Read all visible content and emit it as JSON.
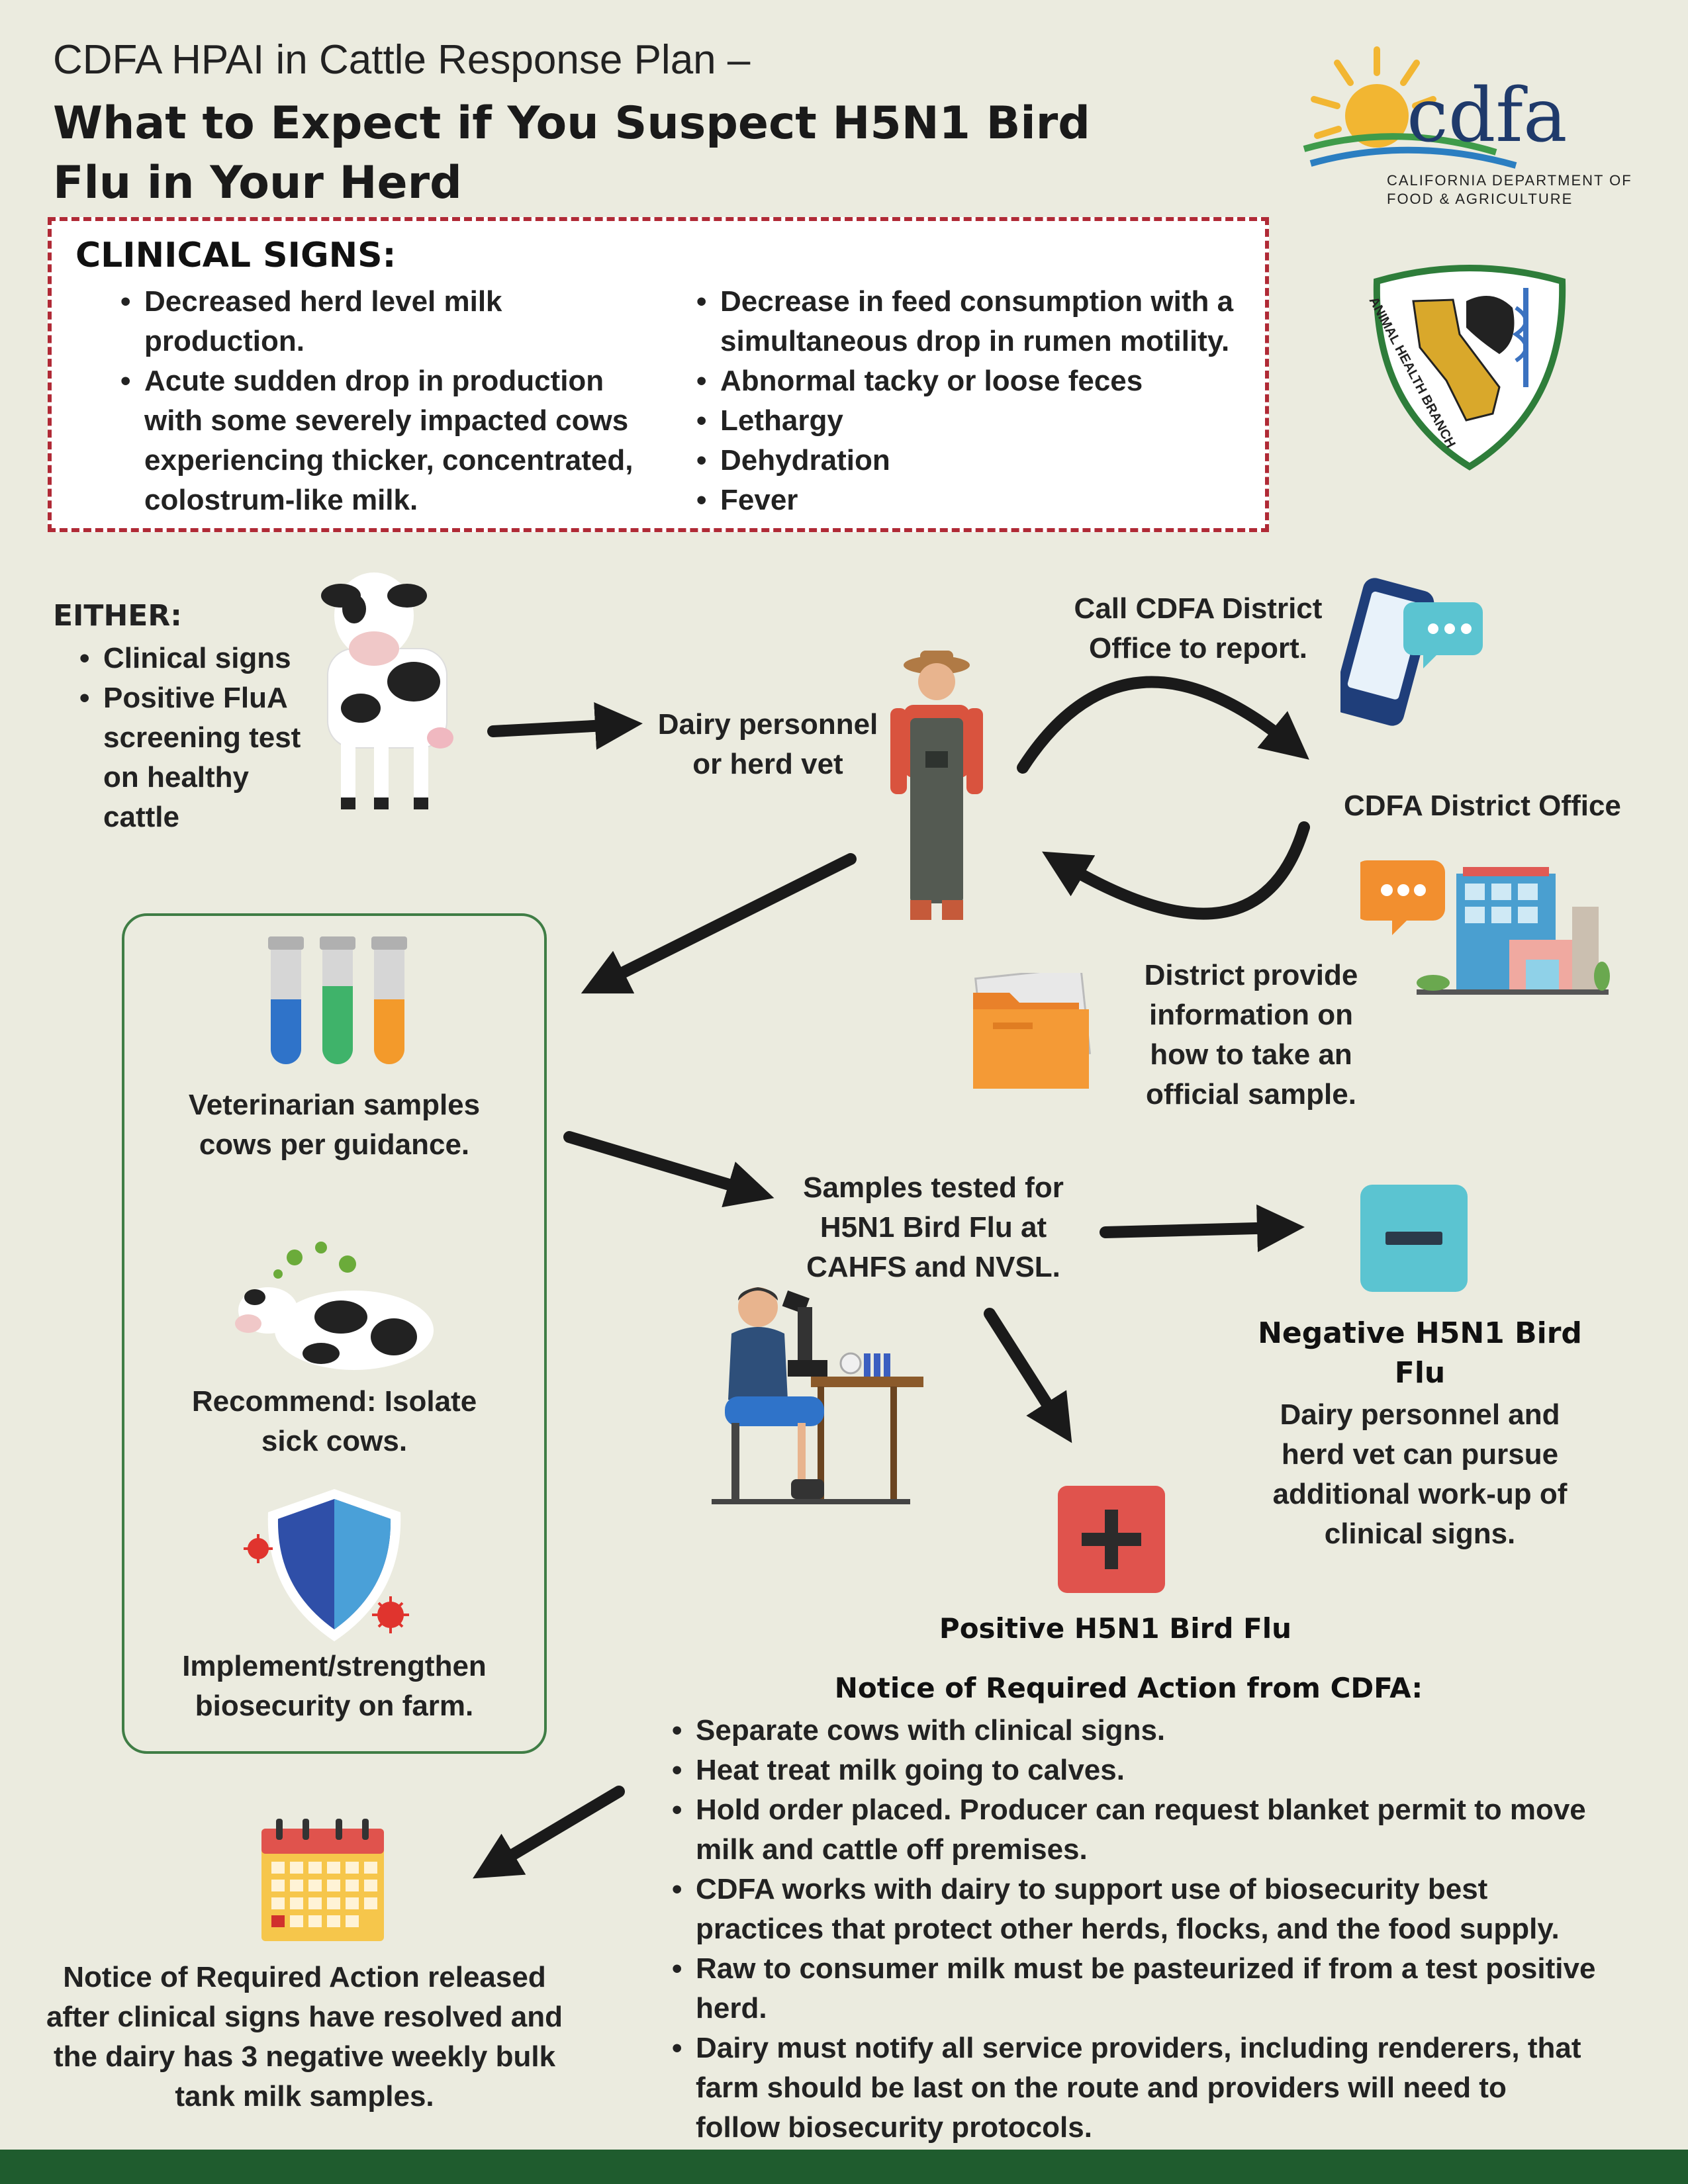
{
  "header": {
    "title_line1": "CDFA HPAI in Cattle Response Plan –",
    "title_main": "What to Expect if You Suspect H5N1 Bird Flu in Your Herd"
  },
  "logo": {
    "wordmark": "cdfa",
    "subtitle_line1": "CALIFORNIA DEPARTMENT OF",
    "subtitle_line2": "FOOD & AGRICULTURE",
    "badge_text": "ANIMAL HEALTH BRANCH"
  },
  "clinical_signs": {
    "title": "CLINICAL SIGNS:",
    "left": [
      "Decreased herd level milk production.",
      "Acute sudden drop in production with some severely impacted cows experiencing thicker, concentrated, colostrum-like milk."
    ],
    "right": [
      "Decrease in feed consumption with a simultaneous drop in rumen motility.",
      "Abnormal tacky or loose feces",
      "Lethargy",
      "Dehydration",
      "Fever"
    ]
  },
  "either": {
    "title": "EITHER:",
    "items": [
      "Clinical signs",
      "Positive FluA screening test on healthy cattle"
    ]
  },
  "flow": {
    "personnel": "Dairy personnel or herd vet",
    "call": "Call CDFA District Office to report.",
    "district_office": "CDFA District Office",
    "district_info": "District provide information on how to take an official sample.",
    "vet_samples": "Veterinarian samples cows per guidance.",
    "isolate": "Recommend: Isolate sick cows.",
    "biosecurity": "Implement/strengthen biosecurity on farm.",
    "tested": "Samples tested for H5N1 Bird Flu at CAHFS and NVSL.",
    "negative_title": "Negative H5N1 Bird Flu",
    "negative_text": "Dairy personnel and herd vet can pursue additional work-up of clinical signs.",
    "positive_title": "Positive H5N1 Bird Flu",
    "notice_title": "Notice of Required Action from CDFA:",
    "notice_items": [
      "Separate cows with clinical signs.",
      "Heat treat milk going to calves.",
      "Hold order placed. Producer can request blanket permit to move milk and cattle off premises.",
      "CDFA works with dairy to support use of biosecurity best practices that protect other herds, flocks, and the food supply.",
      "Raw to consumer milk must be pasteurized if from a test positive herd.",
      "Dairy must notify all service providers, including renderers, that farm should be last on the route and providers will need to follow biosecurity protocols."
    ],
    "released": "Notice of Required Action released after clinical signs have resolved and the dairy has 3 negative weekly bulk tank milk samples."
  },
  "colors": {
    "background": "#ebebdf",
    "dashed_border": "#b02a36",
    "green_border": "#3f7d45",
    "negative": "#5bc4d1",
    "positive": "#e0534d",
    "footer": "#1f5c2e"
  },
  "icons": [
    "cow-icon",
    "farmer-icon",
    "phone-chat-icon",
    "building-icon",
    "folder-icon",
    "test-tubes-icon",
    "sick-cow-icon",
    "shield-icon",
    "scientist-microscope-icon",
    "minus-icon",
    "plus-icon",
    "calendar-icon"
  ]
}
